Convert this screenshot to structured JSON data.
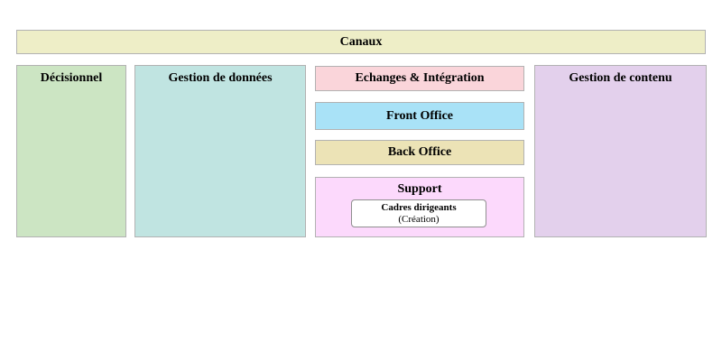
{
  "diagram": {
    "top_bar": {
      "label": "Canaux",
      "bg": "#eeeec7"
    },
    "columns": [
      {
        "label": "Décisionnel",
        "bg": "#cce5c3"
      },
      {
        "label": "Gestion de données",
        "bg": "#c0e4e1"
      },
      {
        "label": "Gestion de contenu",
        "bg": "#e3d0ec"
      }
    ],
    "middle_stack": [
      {
        "label": "Echanges & Intégration",
        "bg": "#fad5da"
      },
      {
        "label": "Front Office",
        "bg": "#a9e2f7"
      },
      {
        "label": "Back Office",
        "bg": "#ece3b6"
      },
      {
        "label": "Support",
        "bg": "#fcd9fc"
      }
    ],
    "support_card": {
      "title": "Cadres dirigeants",
      "subtitle": "(Création)",
      "bg": "#ffffff"
    },
    "colors": {
      "box_border": "#b2b2b2",
      "card_border": "#8f8f8f",
      "text": "#000000",
      "background": "#ffffff"
    }
  }
}
